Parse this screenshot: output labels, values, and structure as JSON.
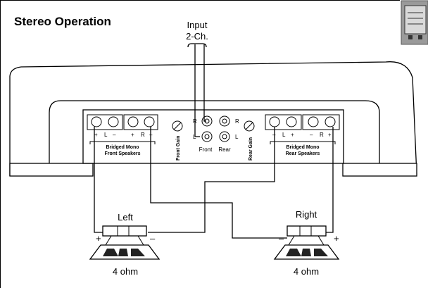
{
  "title": "Stereo Operation",
  "input": {
    "line1": "Input",
    "line2": "2-Ch."
  },
  "rca": {
    "r": "R",
    "l": "L",
    "front": "Front",
    "rear": "Rear"
  },
  "gains": {
    "front": "Front Gain",
    "rear": "Rear Gain"
  },
  "front_terminals": {
    "signs": [
      "+",
      "L",
      "–",
      "+",
      "R",
      "–"
    ],
    "bridged_line1": "Bridged Mono",
    "bridged_line2": "Front Speakers"
  },
  "rear_terminals": {
    "signs": [
      "–",
      "L",
      "+",
      "–",
      "R",
      "+"
    ],
    "bridged_line1": "Bridged Mono",
    "bridged_line2": "Rear Speakers"
  },
  "speakers": {
    "left": {
      "name": "Left",
      "impedance": "4 ohm",
      "plus": "+",
      "minus": "–"
    },
    "right": {
      "name": "Right",
      "impedance": "4 ohm",
      "plus": "+",
      "minus": "–"
    }
  },
  "colors": {
    "line": "#000000",
    "background": "#ffffff",
    "badge": "#9a9a9a"
  }
}
